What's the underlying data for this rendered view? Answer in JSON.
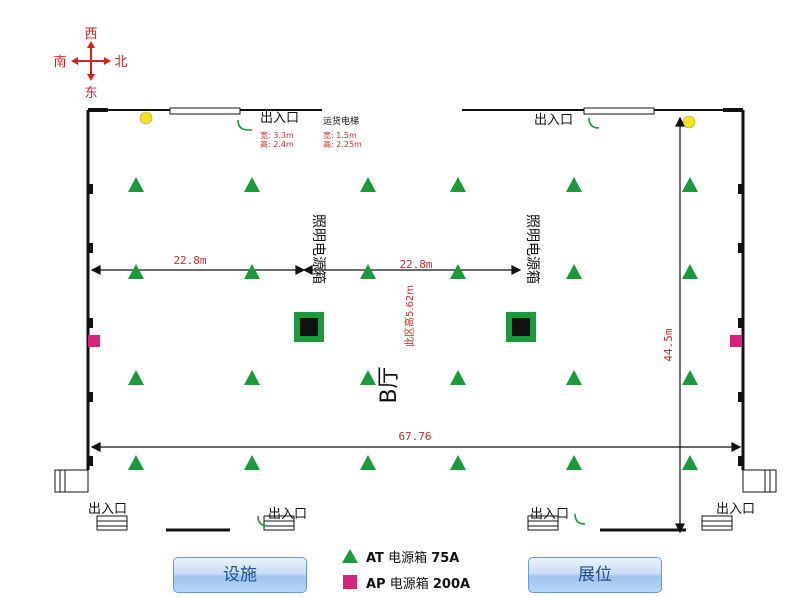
{
  "compass": {
    "west": "西",
    "south": "南",
    "north": "北",
    "east": "东"
  },
  "hall_label": "B厅",
  "entrances": {
    "top_left": "出入口",
    "top_right": "出入口",
    "bottom_1": "出入口",
    "bottom_2": "出入口",
    "bottom_3": "出入口",
    "bottom_4": "出入口"
  },
  "door_specs": {
    "entrance_width": "宽: 3.3m",
    "entrance_height": "高: 2.4m",
    "elevator_title": "运货电梯",
    "elevator_width": "宽: 1.5m",
    "elevator_height": "高: 2.25m"
  },
  "lighting_box_label": "照明电源箱",
  "dimensions": {
    "left_span": "22.8m",
    "middle_span": "22.8m",
    "total_width": "67.76",
    "total_depth": "44.5m",
    "ceiling_height": "此区高5.62m"
  },
  "legend": {
    "at_code": "AT",
    "at_name": "电源箱",
    "at_rating": "75A",
    "ap_code": "AP",
    "ap_name": "电源箱",
    "ap_rating": "200A"
  },
  "buttons": {
    "facilities": "设施",
    "booths": "展位"
  },
  "colors": {
    "compass": "#d42020",
    "at_marker": "#1a9a3a",
    "ap_marker": "#d4237a",
    "dimension_text": "#c03030"
  }
}
